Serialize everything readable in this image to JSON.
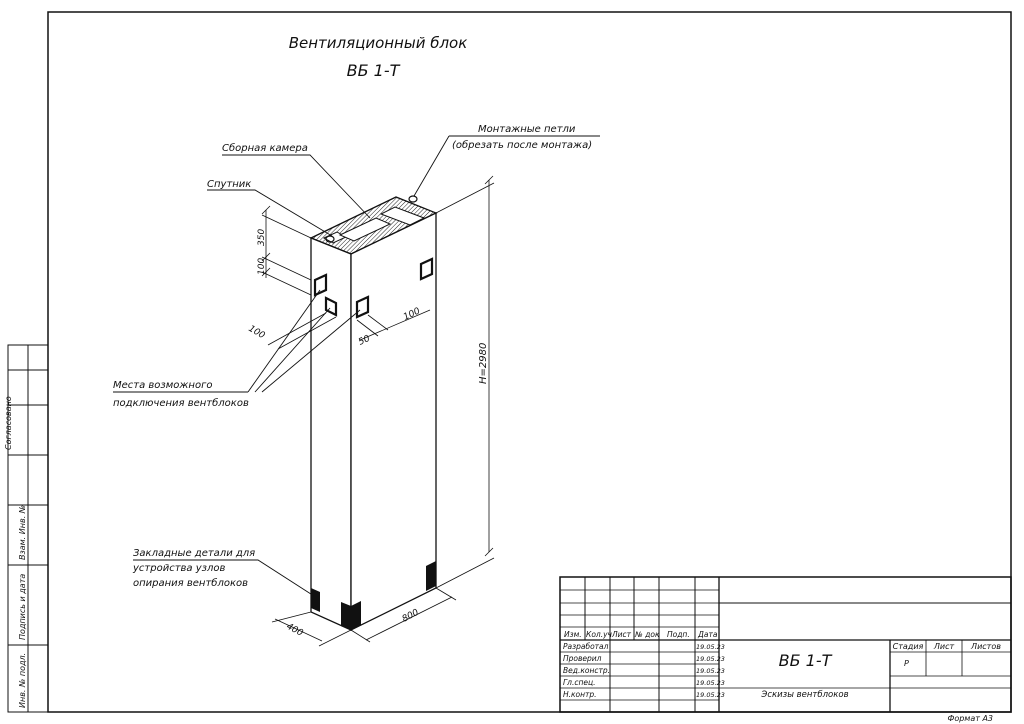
{
  "title": {
    "line1": "Вентиляционный блок",
    "line2": "ВБ 1-Т"
  },
  "callouts": {
    "lifting_loops_1": "Монтажные петли",
    "lifting_loops_2": "(обрезать после монтажа)",
    "collection_chamber": "Сборная камера",
    "satellite": "Спутник",
    "connection_1": "Места возможного",
    "connection_2": "подключения вентблоков",
    "embedded_1": "Закладные детали для",
    "embedded_2": "устройства узлов",
    "embedded_3": "опирания вентблоков"
  },
  "dimensions": {
    "d350": "350",
    "d100_top": "100",
    "d100_left": "100",
    "d100_right": "100",
    "d50": "50",
    "height": "H=2980",
    "width_400": "400",
    "width_800": "800"
  },
  "side_stamp": {
    "agreed": "Согласовано",
    "inv_replace": "Взам. Инв. №",
    "sign_date": "Подпись и дата",
    "inv_orig": "Инв. № подл."
  },
  "title_block": {
    "headers": [
      "Изм.",
      "Кол.уч",
      "Лист",
      "№ док",
      "Подп.",
      "Дата"
    ],
    "rows": [
      {
        "role": "Разработал",
        "date": "19.05.23"
      },
      {
        "role": "Проверил",
        "date": "19.05.23"
      },
      {
        "role": "Вед.констр.",
        "date": "19.05.23"
      },
      {
        "role": "Гл.спец.",
        "date": "19.05.23"
      },
      {
        "role": "Н.контр.",
        "date": "19.05.23"
      }
    ],
    "designation": "ВБ 1-Т",
    "sheet_title": "Эскизы вентблоков",
    "stage_label": "Стадия",
    "sheet_label": "Лист",
    "sheets_label": "Листов",
    "stage_value": "Р"
  },
  "format": "Формат А3"
}
